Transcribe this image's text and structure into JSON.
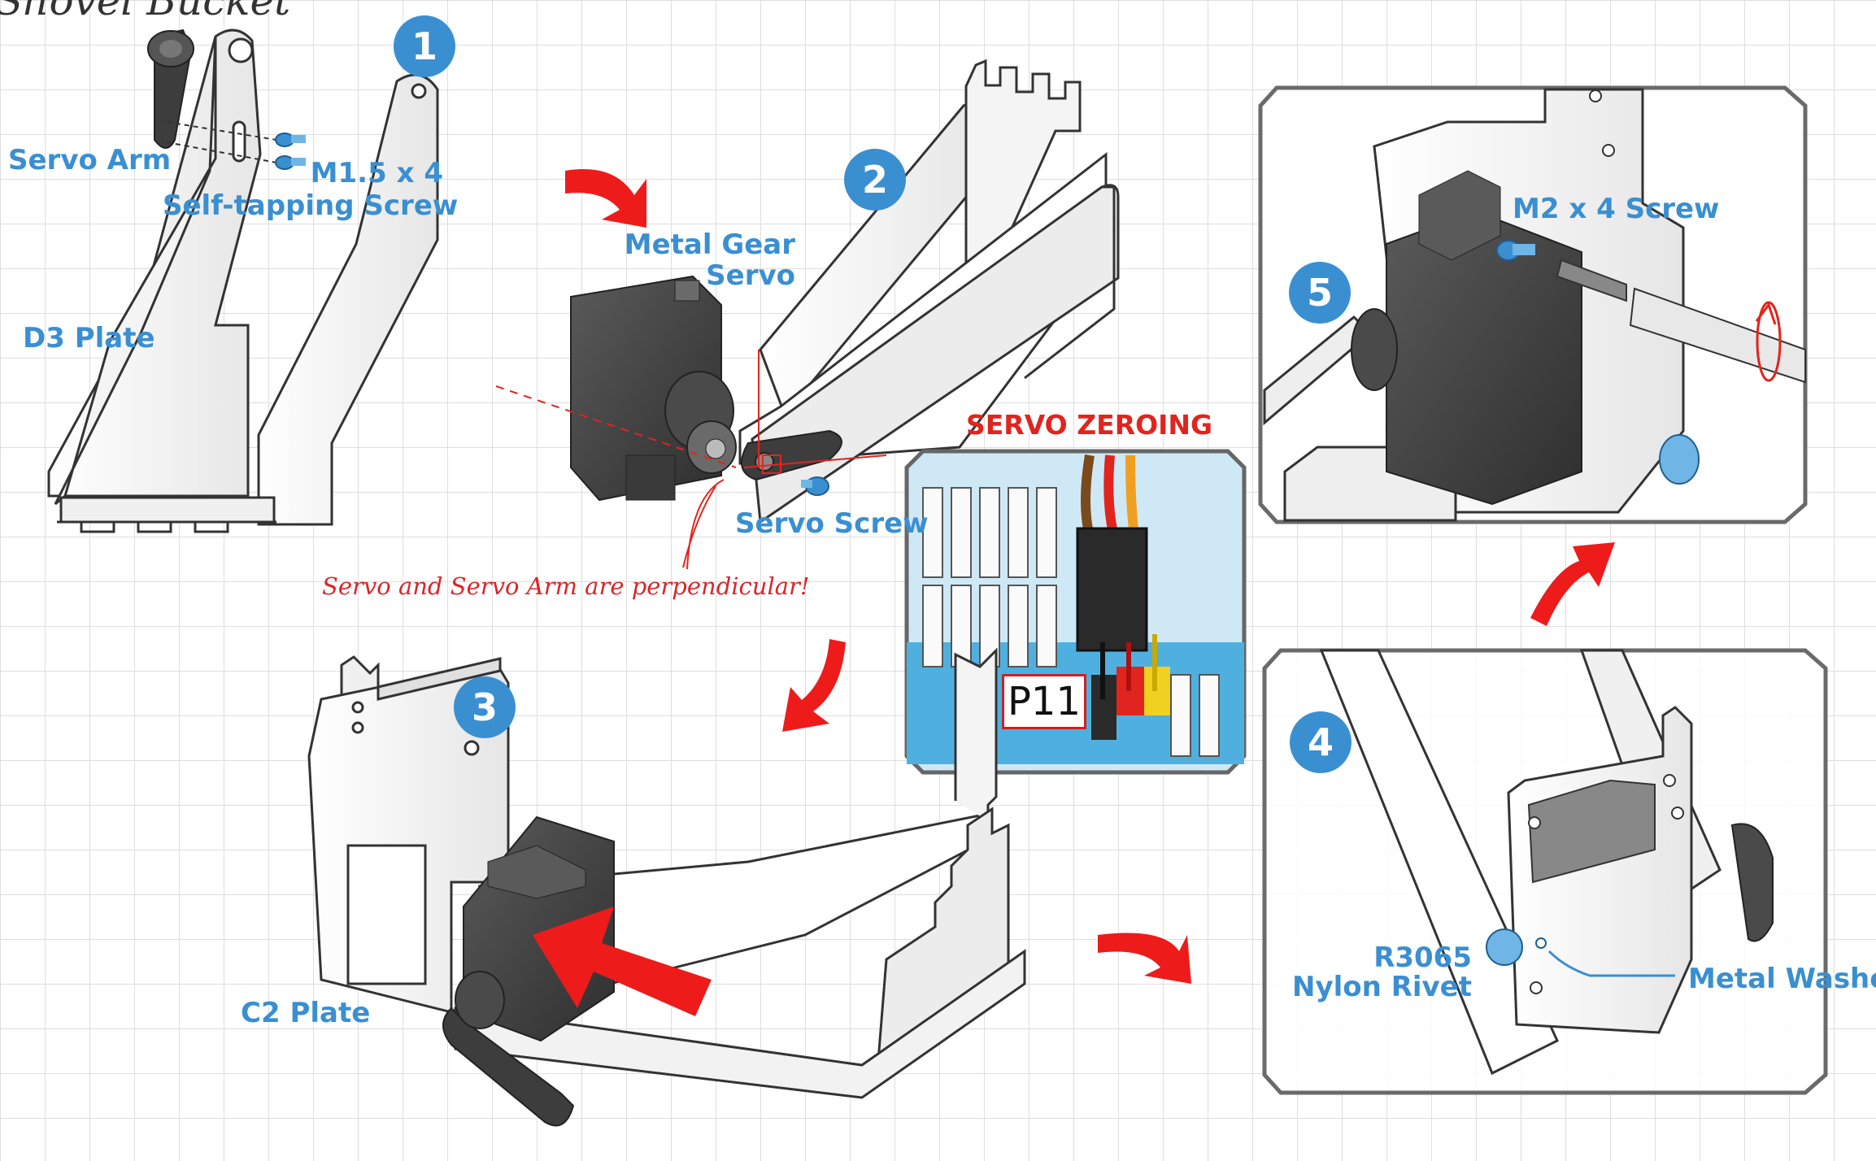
{
  "title": "Shovel Bucket",
  "steps": [
    "1",
    "2",
    "3",
    "4",
    "5"
  ],
  "labels": {
    "servo_arm": "Servo Arm",
    "screw_size": "M1.5 x 4",
    "screw_type": "Self-tapping Screw",
    "d3_plate": "D3 Plate",
    "metal_gear_1": "Metal Gear",
    "metal_gear_2": "Servo",
    "servo_screw": "Servo Screw",
    "perpendicular_note": "Servo and Servo Arm are perpendicular!",
    "servo_zeroing": "SERVO ZEROING",
    "port": "P11",
    "c2_plate": "C2 Plate",
    "m2_screw": "M2 x 4  Screw",
    "rivet_1": "R3065",
    "rivet_2": "Nylon Rivet",
    "metal_washer": "Metal Washer"
  },
  "colors": {
    "label_blue": "#3a8fd1",
    "arrow_red": "#ee1b1b",
    "frame_gray": "#6a6a6a",
    "servo_gray": "#4a4a4a"
  }
}
